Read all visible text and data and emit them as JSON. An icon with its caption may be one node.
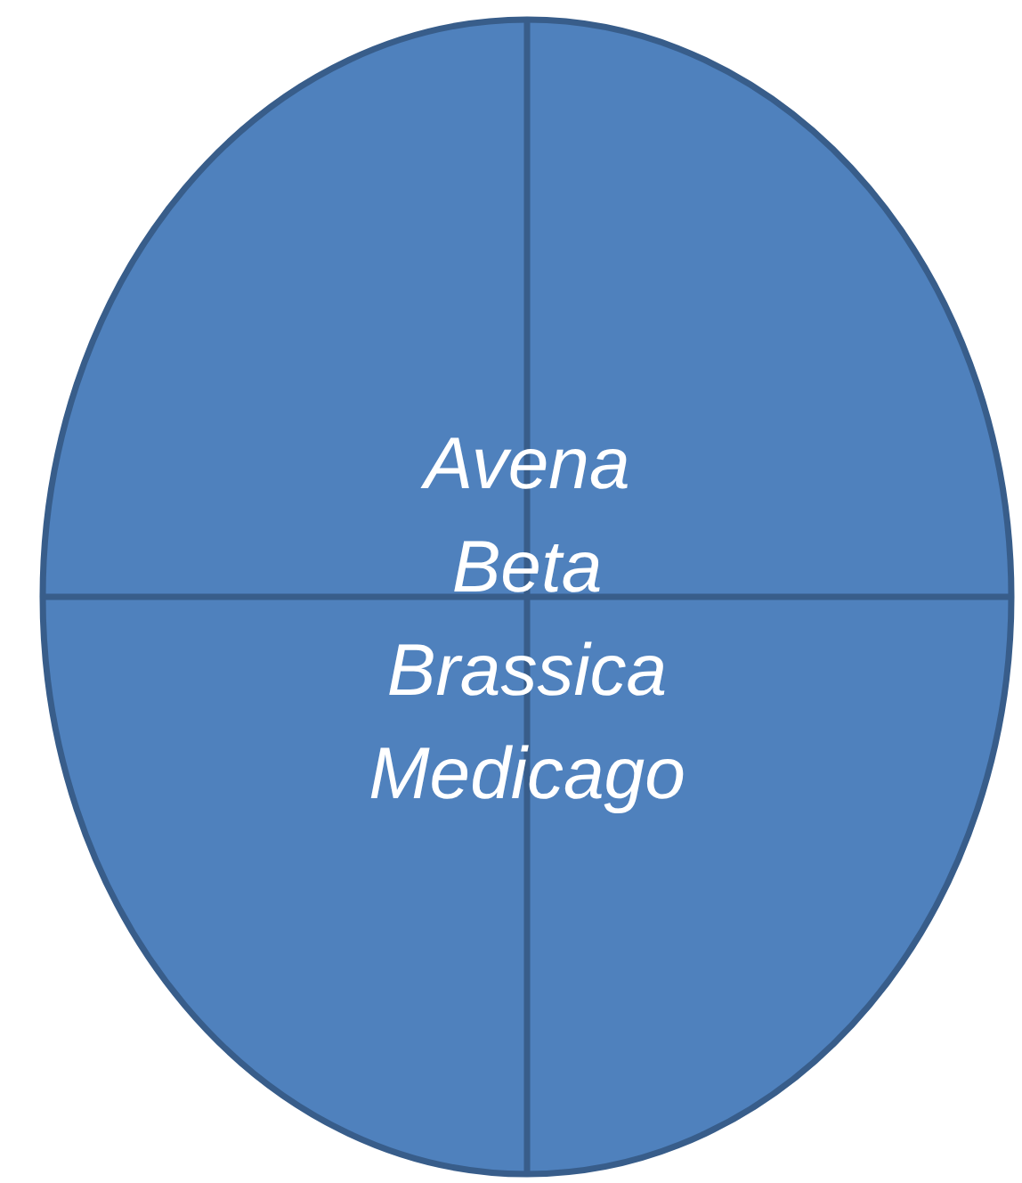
{
  "diagram": {
    "nodes": [
      {
        "text": [
          "Avena",
          "Beta",
          "Brassica",
          "Medicago"
        ]
      }
    ]
  }
}
